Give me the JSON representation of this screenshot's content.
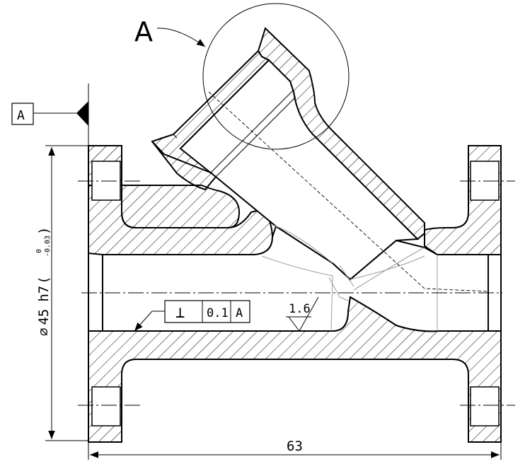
{
  "detail_view": {
    "label": "A"
  },
  "datum": {
    "letter": "A"
  },
  "diameter_dimension": {
    "symbol": "⌀",
    "value": "45",
    "fit": "h7",
    "upper_deviation": "0",
    "lower_deviation": "-0.03"
  },
  "tolerance_frame": {
    "symbol": "⊥",
    "value": "0.1",
    "datum": "A"
  },
  "surface_finish": {
    "value": "1.6"
  },
  "length_dimension": {
    "value": "63"
  }
}
